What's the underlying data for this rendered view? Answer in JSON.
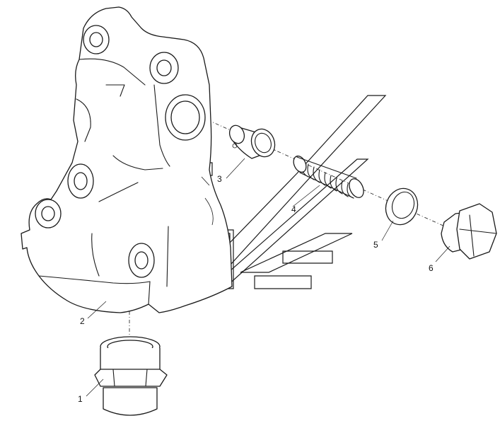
{
  "callouts": [
    {
      "id": "1",
      "text": "1"
    },
    {
      "id": "2",
      "text": "2"
    },
    {
      "id": "3",
      "text": "3"
    },
    {
      "id": "4",
      "text": "4"
    },
    {
      "id": "5",
      "text": "5"
    },
    {
      "id": "6",
      "text": "6"
    }
  ]
}
